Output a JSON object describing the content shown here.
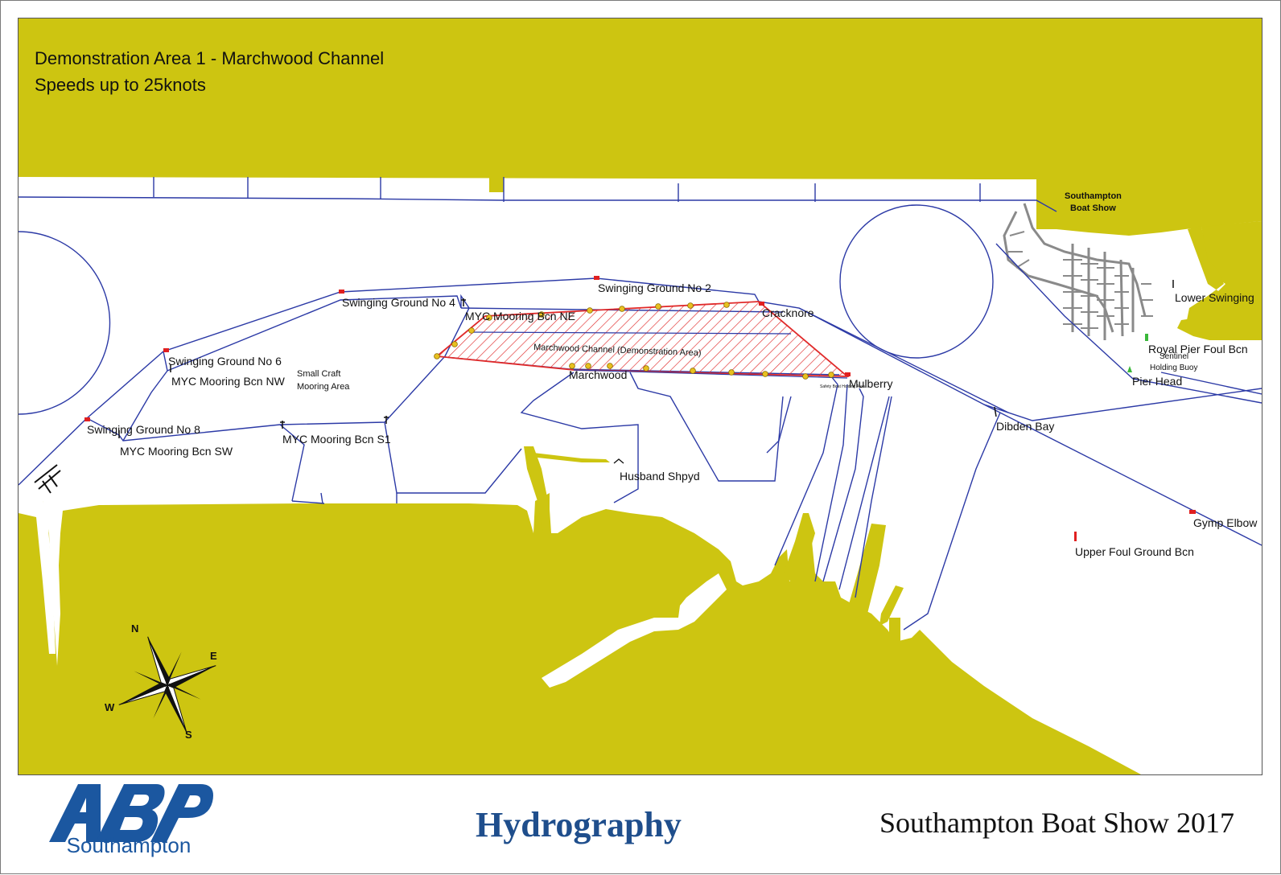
{
  "map": {
    "title_line1": "Demonstration Area 1 - Marchwood Channel",
    "title_line2": "Speeds up to 25knots",
    "colors": {
      "land": "#cdc511",
      "boundary": "#2c3aa6",
      "demo_area": "#e02a2a",
      "marker_red": "#e02020",
      "marker_yellow": "#e8c020",
      "marker_green": "#3ab83a",
      "pontoon": "#8a8a8a"
    },
    "labels": {
      "southampton_boat_show_1": "Southampton",
      "southampton_boat_show_2": "Boat Show",
      "lower_swinging": "Lower Swinging",
      "royal_pier": "Royal Pier Foul Bcn",
      "sentinel_1": "Sentinel",
      "sentinel_2": "Holding Buoy",
      "pier_head": "Pier Head",
      "swinging_2": "Swinging Ground No 2",
      "swinging_4": "Swinging Ground No 4",
      "swinging_6": "Swinging Ground No 6",
      "swinging_8": "Swinging Ground No 8",
      "myc_ne": "MYC Mooring Bcn NE",
      "myc_nw": "MYC Mooring Bcn NW",
      "myc_sw": "MYC Mooring Bcn SW",
      "myc_s1": "MYC Mooring Bcn S1",
      "small_craft_1": "Small Craft",
      "small_craft_2": "Mooring Area",
      "cracknore": "Cracknore",
      "demo_area": "Marchwood Channel (Demonstration Area)",
      "marchwood": "Marchwood",
      "mulberry": "Mulberry",
      "safety_boat": "Safety Boat Holding Area",
      "dibden_bay": "Dibden Bay",
      "husband_shpyd": "Husband Shpyd",
      "gymp_elbow": "Gymp Elbow",
      "upper_foul": "Upper Foul Ground Bcn"
    },
    "compass": {
      "n": "N",
      "e": "E",
      "s": "S",
      "w": "W"
    }
  },
  "footer": {
    "logo_text": "ABP",
    "logo_city": "Southampton",
    "department": "Hydrography",
    "event": "Southampton Boat Show 2017"
  }
}
